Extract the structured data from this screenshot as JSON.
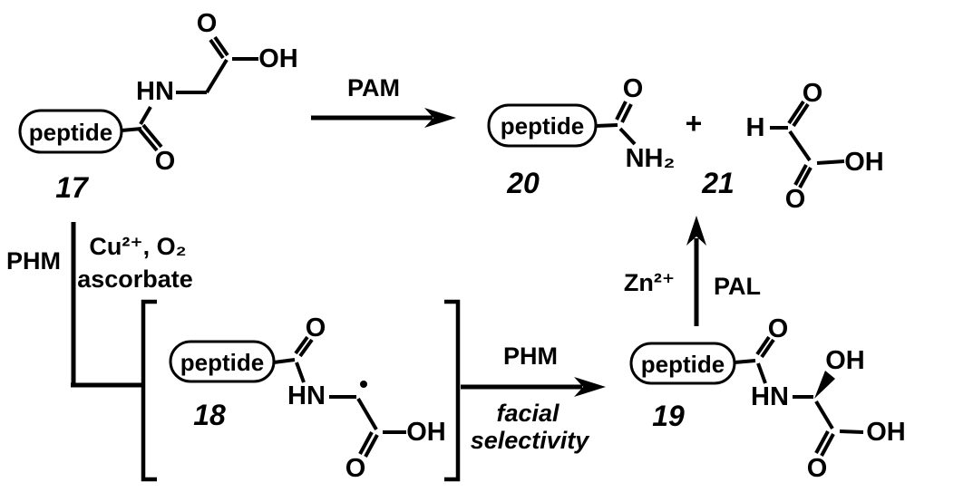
{
  "colors": {
    "ink": "#000000",
    "paper": "#ffffff"
  },
  "compounds": {
    "c17": {
      "number": "17",
      "capsule": "peptide",
      "atoms": {
        "carbonyl_o": "O",
        "amide_nh": "HN",
        "acid_o_top": "O",
        "acid_oh": "OH"
      }
    },
    "c18": {
      "number": "18",
      "capsule": "peptide",
      "radical_dot": true,
      "atoms": {
        "carbonyl_o": "O",
        "amide_nh": "HN",
        "acid_o": "O",
        "acid_oh": "OH"
      }
    },
    "c19": {
      "number": "19",
      "capsule": "peptide",
      "stereo_wedge": true,
      "atoms": {
        "carbonyl_o": "O",
        "amide_nh": "HN",
        "hydroxyl_oh": "OH",
        "acid_o": "O",
        "acid_oh": "OH"
      }
    },
    "c20": {
      "number": "20",
      "capsule": "peptide",
      "atoms": {
        "amide_o": "O",
        "amide_nh2": "NH₂"
      }
    },
    "c21": {
      "number": "21",
      "atoms": {
        "aldehyde_h": "H",
        "aldehyde_o": "O",
        "acid_o": "O",
        "acid_oh": "OH"
      }
    }
  },
  "reactions": {
    "pam_arrow": {
      "enzyme": "PAM"
    },
    "phm_branch": {
      "enzyme": "PHM",
      "reagents": "Cu²⁺, O₂",
      "reagents2": "ascorbate"
    },
    "phm_arrow": {
      "enzyme": "PHM",
      "note1": "facial",
      "note2": "selectivity"
    },
    "pal_arrow": {
      "cofactor": "Zn²⁺",
      "enzyme": "PAL"
    }
  },
  "operators": {
    "plus": "+"
  }
}
